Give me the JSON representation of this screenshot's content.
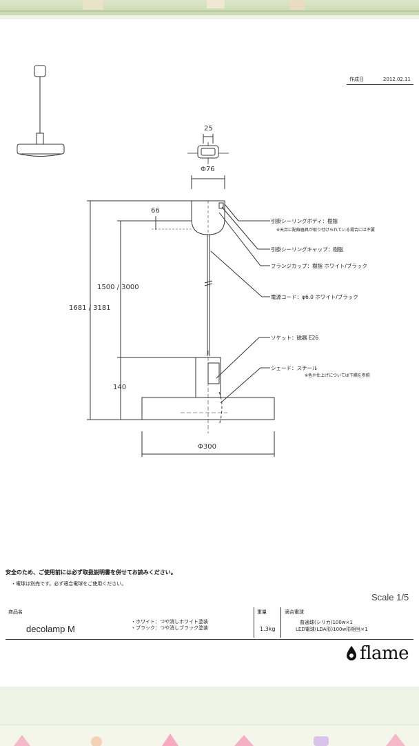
{
  "document": {
    "created_label": "作成日",
    "created_date": "2012.02.11",
    "dimensions": {
      "top_width": "25",
      "cap_diameter": "Φ76",
      "drop_to_cap": "66",
      "length_short_long": "1500 / 3000",
      "total_short_long": "1681 / 3181",
      "shade_height": "140",
      "shade_diameter": "Φ300"
    },
    "parts": [
      {
        "label": "引掛シーリングボディ：樹脂",
        "note": "※天井に配線器具が取り付けられている場合には不要"
      },
      {
        "label": "引掛シーリングキャップ：樹脂",
        "note": ""
      },
      {
        "label": "フランジカップ：樹脂 ホワイト/ブラック",
        "note": ""
      },
      {
        "label": "電源コード：φ6.0 ホワイト/ブラック",
        "note": ""
      },
      {
        "label": "ソケット：磁器 E26",
        "note": ""
      },
      {
        "label": "シェード：スチール",
        "note": "※色や仕上げについては下欄を参照"
      }
    ],
    "safety_heading": "安全のため、ご使用前には必ず取扱説明書を併せてお読みください。",
    "safety_note": "・電球は別売です。必ず適合電球をご使用ください。",
    "scale": "Scale 1/5",
    "table": {
      "product_header": "商品名",
      "product_name": "decolamp M",
      "finish_white": "・ホワイト：つや消しホワイト塗装",
      "finish_black": "・ブラック：つや消しブラック塗装",
      "weight_header": "重量",
      "weight_value": "1.3kg",
      "bulb_header": "適合電球",
      "bulb_1": "普通球(シリカ)100w×1",
      "bulb_2": "LED電球(LDA形)100w形相当×1"
    },
    "brand": "flame"
  }
}
